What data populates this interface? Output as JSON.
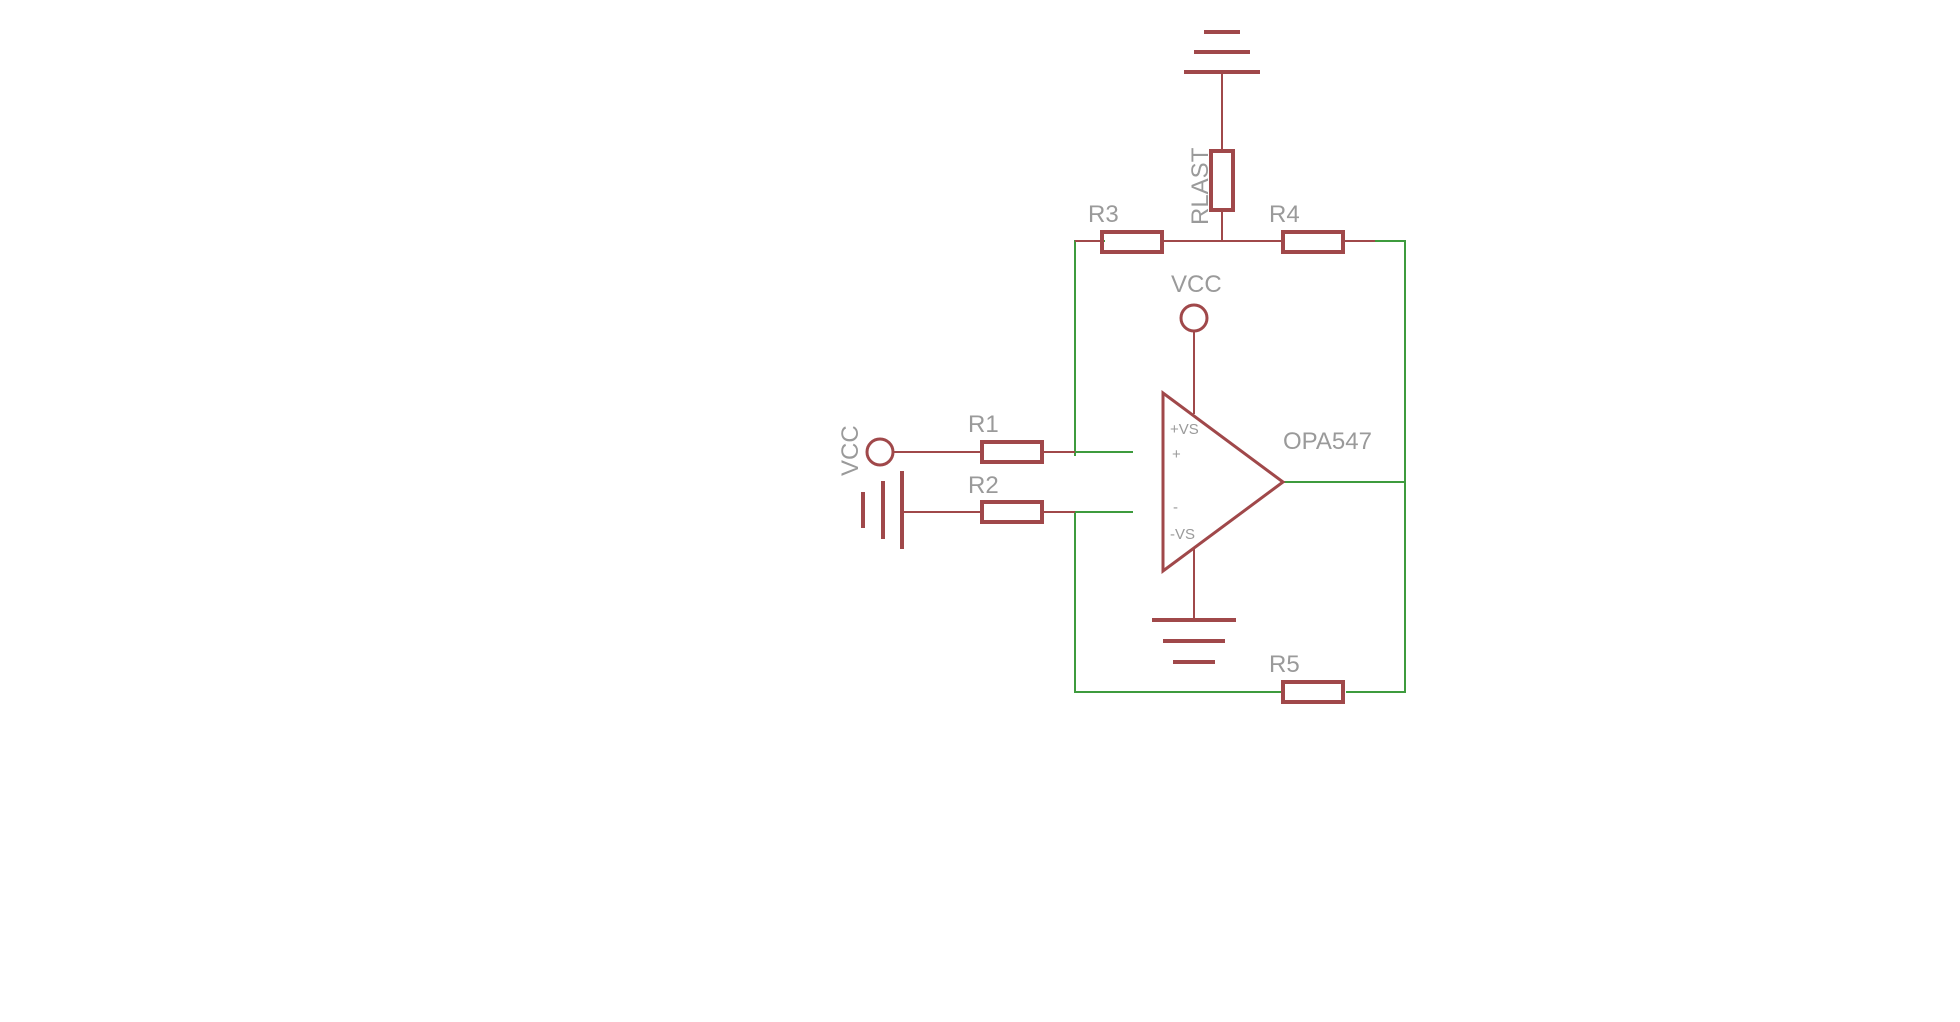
{
  "colors": {
    "wire": "#3e9b3e",
    "part": "#a0484a",
    "text": "#9a9a9a",
    "background": "#ffffff"
  },
  "labels": {
    "rlast": "RLAST",
    "r1": "R1",
    "r2": "R2",
    "r3": "R3",
    "r4": "R4",
    "r5": "R5",
    "vcc_top": "VCC",
    "vcc_left": "VCC",
    "opamp": "OPA547"
  },
  "opamp_pins": {
    "pos_supply": "+VS",
    "neg_supply": "-VS",
    "non_inverting": "+",
    "inverting": "-"
  }
}
